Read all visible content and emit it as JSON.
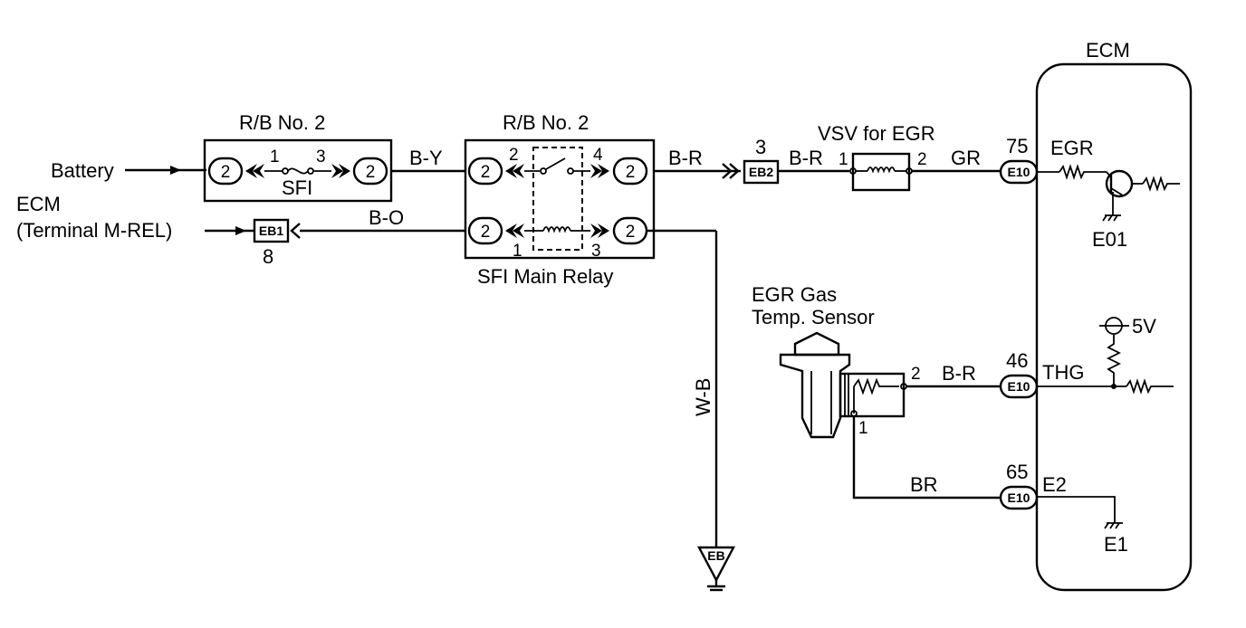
{
  "battery_label": "Battery",
  "ecm_source": {
    "line1": "ECM",
    "line2": "(Terminal M-REL)"
  },
  "rb_fuse": {
    "title": "R/B No. 2",
    "pin_left": "1",
    "pin_right": "3",
    "fuse_name": "SFI",
    "plug": "2"
  },
  "rb_relay": {
    "title": "R/B No. 2",
    "pin_tl": "2",
    "pin_tr": "4",
    "pin_bl": "1",
    "pin_br": "3",
    "caption": "SFI Main Relay",
    "plug": "2"
  },
  "wires": {
    "b_y": "B-Y",
    "b_o": "B-O",
    "b_r_relay": "B-R",
    "b_r_vsv": "B-R",
    "gr": "GR",
    "w_b": "W-B",
    "b_r_sensor": "B-R",
    "br": "BR"
  },
  "connectors": {
    "eb1": "EB1",
    "eb1_pin": "8",
    "eb2": "EB2",
    "eb2_pin": "3",
    "eb": "EB"
  },
  "vsv": {
    "title": "VSV for EGR",
    "pin1": "1",
    "pin2": "2"
  },
  "sensor": {
    "line1": "EGR Gas",
    "line2": "Temp. Sensor",
    "pin1": "1",
    "pin2": "2"
  },
  "ecm": {
    "title": "ECM",
    "terminals": [
      {
        "pin": "75",
        "connector": "E10",
        "signal": "EGR"
      },
      {
        "pin": "46",
        "connector": "E10",
        "signal": "THG"
      },
      {
        "pin": "65",
        "connector": "E10",
        "signal": "E2"
      }
    ],
    "ground_e01": "E01",
    "ground_e1": "E1",
    "supply": "5V"
  }
}
